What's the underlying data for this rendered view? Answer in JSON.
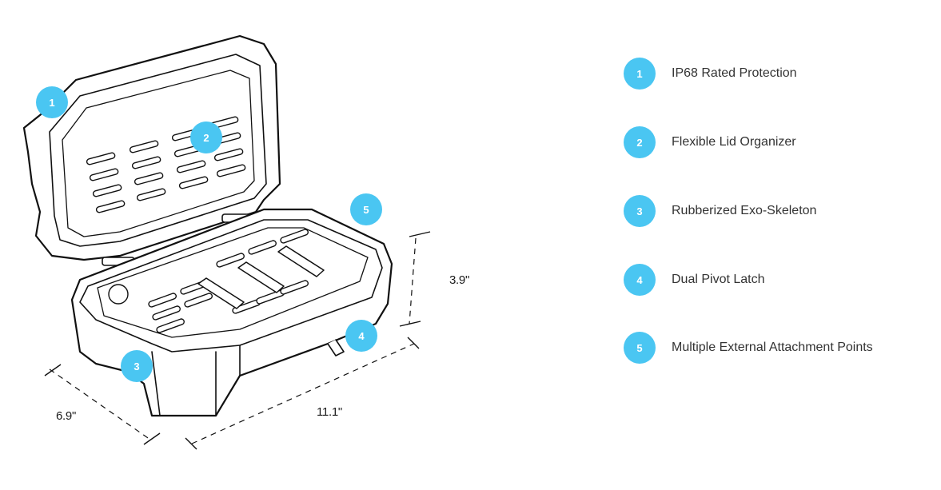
{
  "callouts": [
    {
      "number": "1",
      "label": "IP68 Rated Protection"
    },
    {
      "number": "2",
      "label": "Flexible Lid Organizer"
    },
    {
      "number": "3",
      "label": "Rubberized Exo-Skeleton"
    },
    {
      "number": "4",
      "label": "Dual Pivot Latch"
    },
    {
      "number": "5",
      "label": "Multiple External Attachment Points"
    }
  ],
  "dimensions": {
    "height": "3.9\"",
    "length": "11.1\"",
    "width": "6.9\""
  },
  "colors": {
    "badge": "#4ac6f2",
    "outline": "#111111",
    "label": "#333333"
  }
}
